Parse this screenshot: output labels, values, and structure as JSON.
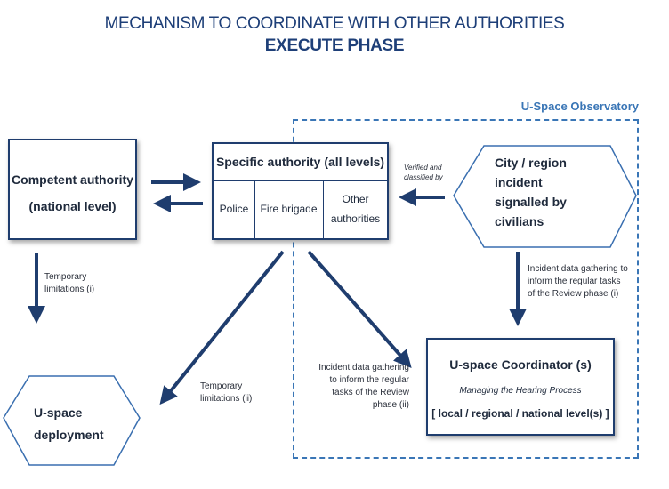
{
  "title": {
    "line1": "MECHANISM TO COORDINATE WITH OTHER AUTHORITIES",
    "line2": "EXECUTE PHASE"
  },
  "observatory_label": "U-Space Observatory",
  "competent_authority": {
    "line1": "Competent authority",
    "line2": "(national level)"
  },
  "specific_authority": {
    "header": "Specific authority (all levels)",
    "cells": [
      "Police",
      "Fire brigade",
      "Other authorities"
    ]
  },
  "city_incident": {
    "lines": [
      "City / region",
      "incident",
      "signalled  by",
      "civilians"
    ]
  },
  "verified_label": "Verified and classified by",
  "coordinator": {
    "title": "U-space Coordinator (s)",
    "subtitle": "Managing the Hearing Process",
    "levels": "[ local / regional / national level(s) ]"
  },
  "deployment": {
    "line1": "U-space",
    "line2": "deployment"
  },
  "labels": {
    "temp_i": "Temporary limitations (i)",
    "temp_ii": "Temporary limitations (ii)",
    "incident_i": "Incident data gathering to inform the regular tasks of the Review phase (i)",
    "incident_ii": "Incident data gathering to inform the regular tasks of the Review phase (ii)"
  },
  "colors": {
    "title": "#1e3f78",
    "border": "#1f3d6e",
    "dashed": "#3a76b6",
    "arrow": "#1f3d6e"
  }
}
